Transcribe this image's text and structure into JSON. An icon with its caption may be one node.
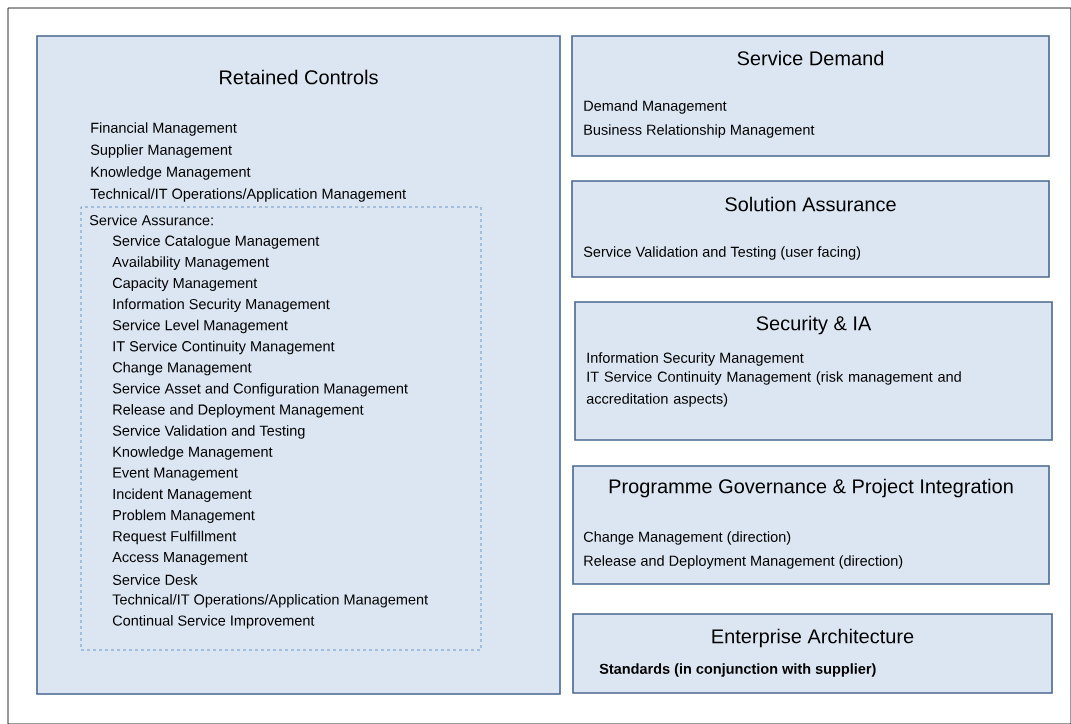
{
  "diagram": {
    "nodes": [
      {
        "text": [
          "Retained Controls",
          "Financial Management",
          "Supplier Management",
          "Knowledge Management",
          "Technical/IT Operations/Application Management"
        ]
      },
      {
        "text": [
          "Service Assurance:",
          "Service Catalogue Management",
          "Availability Management",
          "Capacity Management",
          "Information Security Management",
          "Service Level Management",
          "IT Service Continuity Management",
          "Change Management",
          "Service Asset and Configuration Management",
          "Release and Deployment Management",
          "Service Validation and Testing",
          "Knowledge Management",
          "Event Management",
          "Incident Management",
          "Problem Management",
          "Request Fulfillment",
          "Access Management",
          "Service Desk",
          "Technical/IT Operations/Application Management",
          "Continual Service Improvement"
        ],
        "in": 0
      },
      {
        "text": [
          "Service Demand",
          "Demand Management",
          "Business Relationship Management"
        ]
      },
      {
        "text": [
          "Solution Assurance",
          "Service Validation and Testing  (user facing)"
        ]
      },
      {
        "text": [
          "Security & IA",
          "Information Security Management",
          "IT Service Continuity Management (risk management and accreditation aspects)"
        ]
      },
      {
        "text": [
          "Programme Governance & Project Integration",
          "Change Management (direction)",
          "Release and Deployment Management (direction)"
        ]
      },
      {
        "text": [
          "Enterprise Architecture",
          "Standards (in conjunction with supplier)"
        ]
      }
    ]
  }
}
